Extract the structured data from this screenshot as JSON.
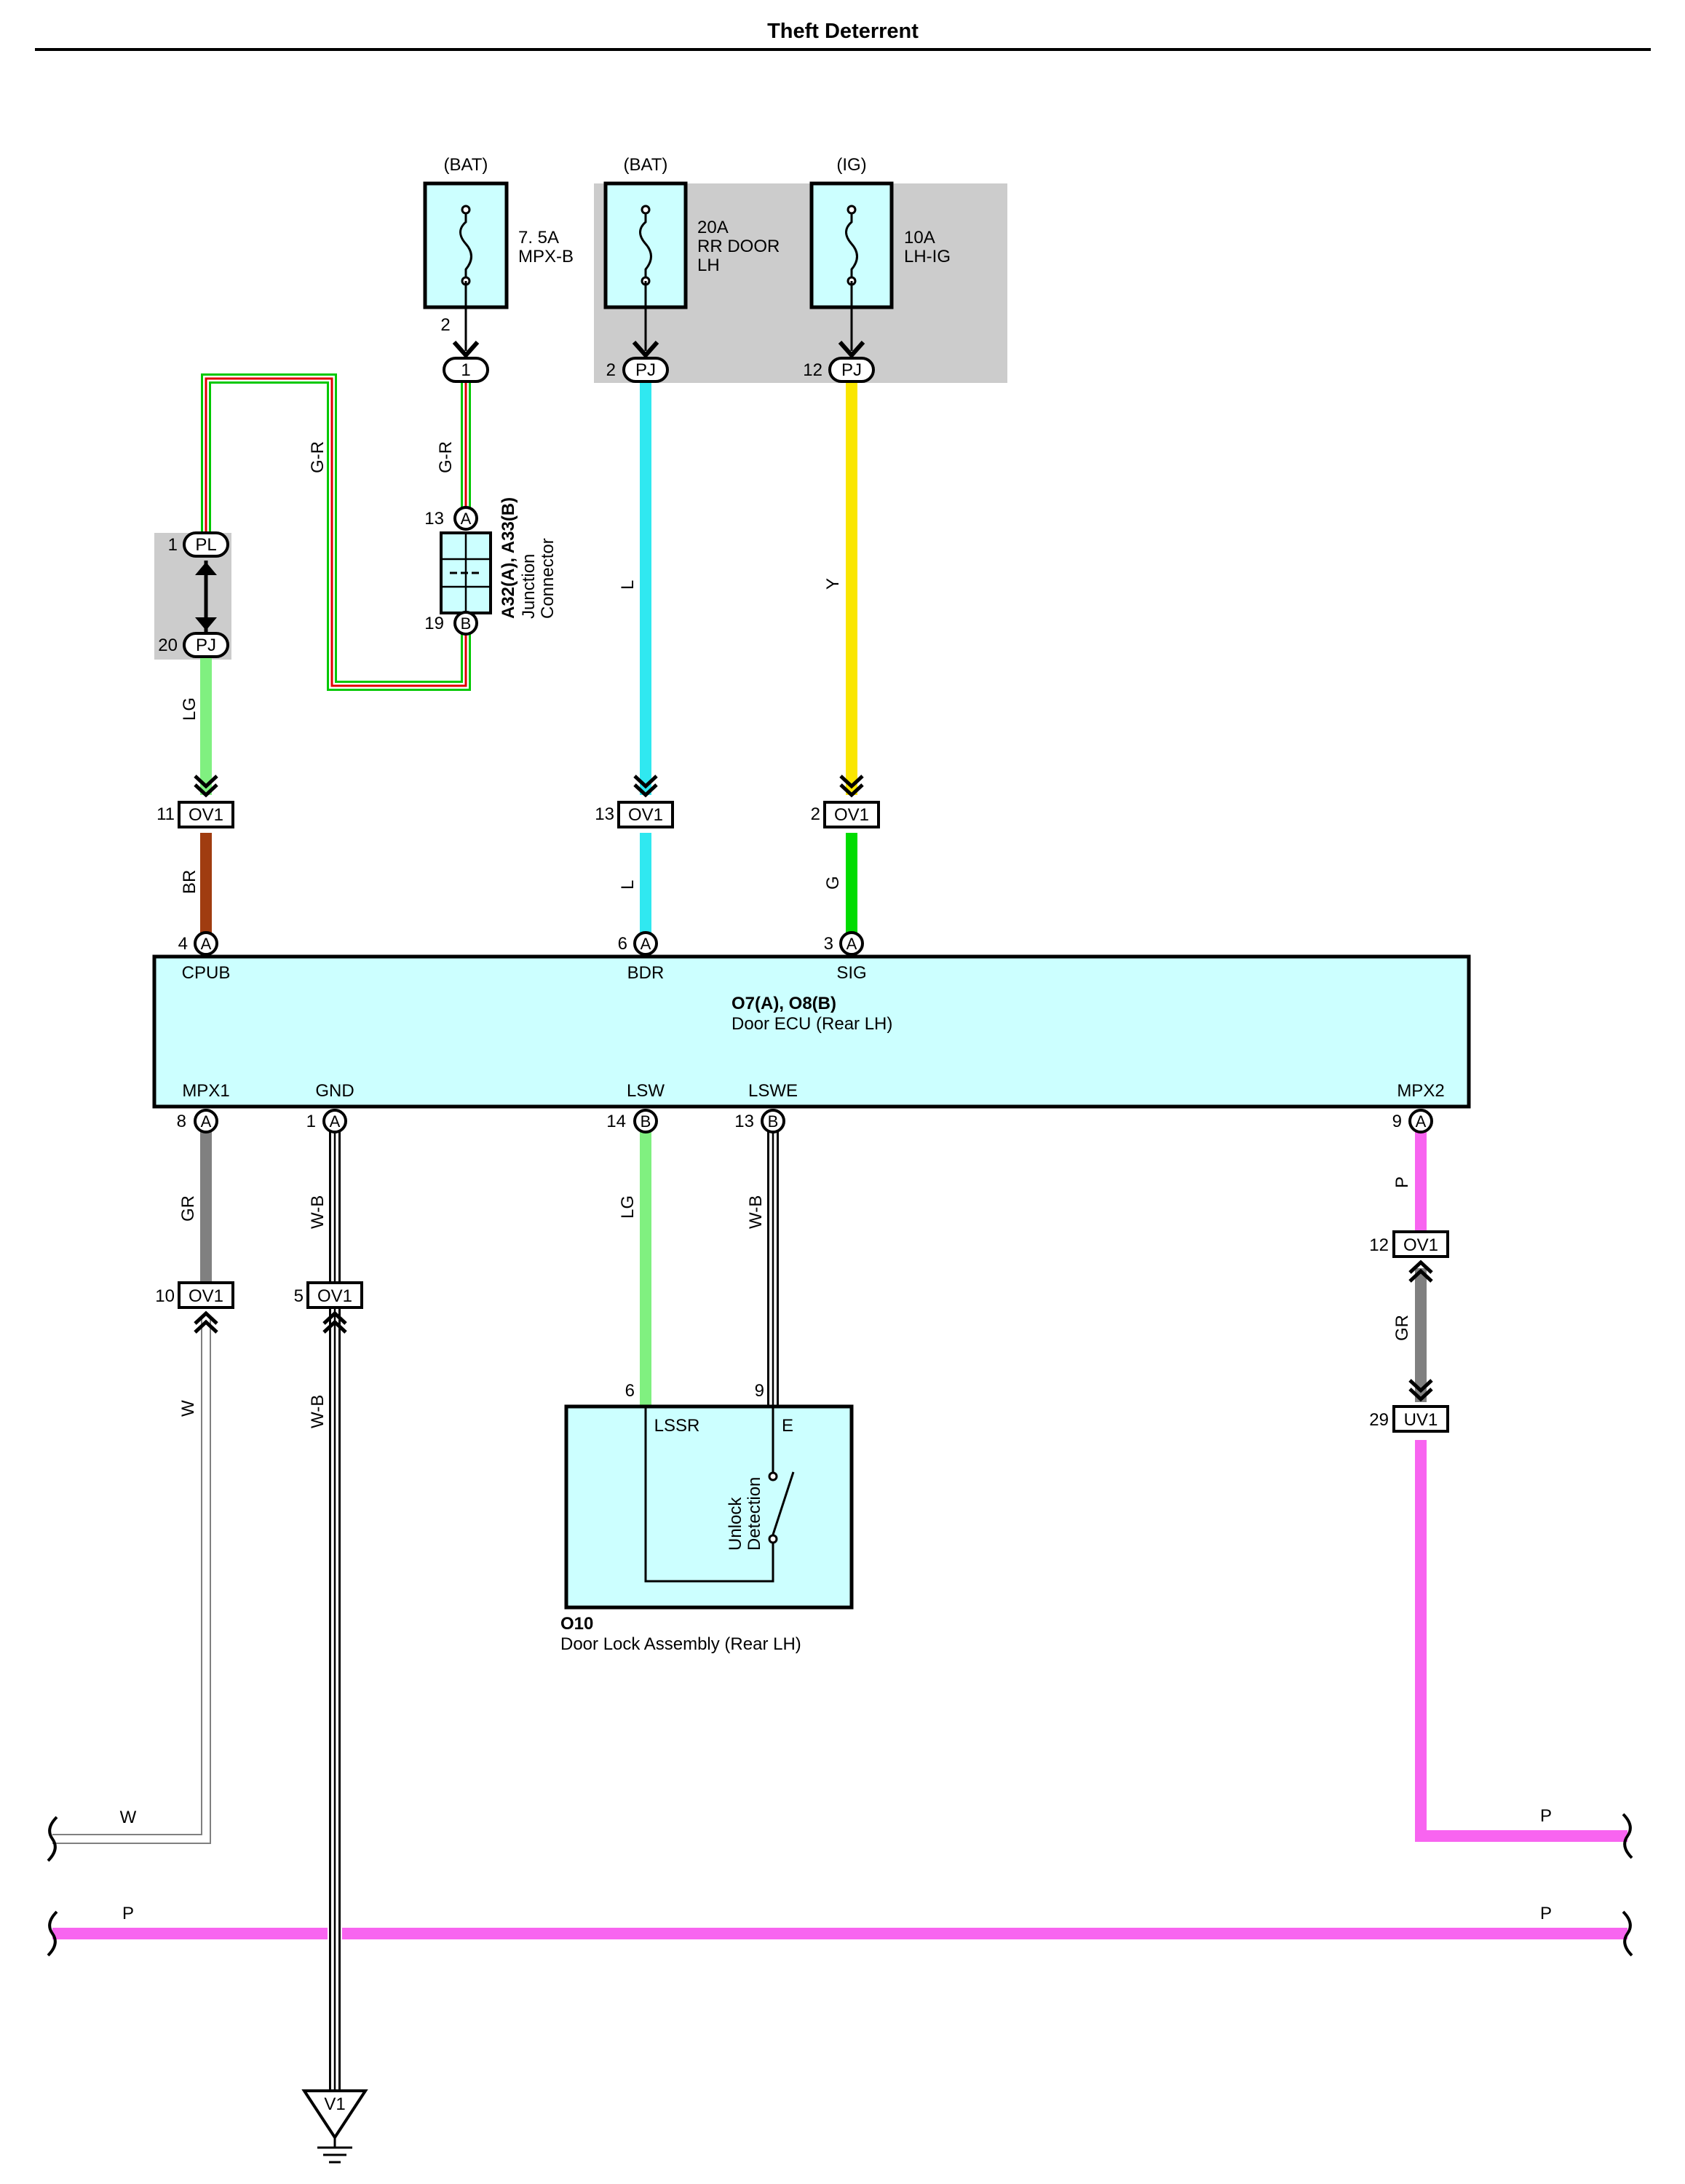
{
  "title": "Theft Deterrent",
  "fuses": [
    {
      "source": "(BAT)",
      "rating": "7. 5A",
      "name": "MPX-B",
      "name2": "",
      "pin": "2"
    },
    {
      "source": "(BAT)",
      "rating": "20A",
      "name": "RR DOOR",
      "name2": "LH",
      "pin": ""
    },
    {
      "source": "(IG)",
      "rating": "10A",
      "name": "LH-IG",
      "name2": "",
      "pin": ""
    }
  ],
  "junction_connector": {
    "code": "A32(A), A33(B)",
    "line1": "Junction",
    "line2": "Connector",
    "pin_in": "13",
    "pin_out": "19",
    "conn_in": "A",
    "conn_out": "B"
  },
  "connectors": {
    "c_1": {
      "pin": "",
      "label": "1"
    },
    "pj2": {
      "pin": "2",
      "label": "PJ"
    },
    "pj12": {
      "pin": "12",
      "label": "PJ"
    },
    "pl1": {
      "pin": "1",
      "label": "PL"
    },
    "pj20": {
      "pin": "20",
      "label": "PJ"
    },
    "ov1_11": {
      "pin": "11",
      "label": "OV1"
    },
    "ov1_13": {
      "pin": "13",
      "label": "OV1"
    },
    "ov1_2": {
      "pin": "2",
      "label": "OV1"
    },
    "ov1_10": {
      "pin": "10",
      "label": "OV1"
    },
    "ov1_5": {
      "pin": "5",
      "label": "OV1"
    },
    "ov1_12": {
      "pin": "12",
      "label": "OV1"
    },
    "uv1_29": {
      "pin": "29",
      "label": "UV1"
    }
  },
  "ecu": {
    "code": "O7(A), O8(B)",
    "name": "Door ECU (Rear LH)",
    "top_pins": [
      {
        "num": "4",
        "conn": "A",
        "name": "CPUB"
      },
      {
        "num": "6",
        "conn": "A",
        "name": "BDR"
      },
      {
        "num": "3",
        "conn": "A",
        "name": "SIG"
      }
    ],
    "bottom_pins": [
      {
        "num": "8",
        "conn": "A",
        "name": "MPX1"
      },
      {
        "num": "1",
        "conn": "A",
        "name": "GND"
      },
      {
        "num": "14",
        "conn": "B",
        "name": "LSW"
      },
      {
        "num": "13",
        "conn": "B",
        "name": "LSWE"
      },
      {
        "num": "9",
        "conn": "A",
        "name": "MPX2"
      }
    ]
  },
  "door_lock": {
    "code": "O10",
    "name": "Door Lock Assembly (Rear LH)",
    "pin_lssr": "6",
    "pin_e": "9",
    "lssr": "LSSR",
    "e": "E",
    "switch_line1": "Unlock",
    "switch_line2": "Detection"
  },
  "wires": [
    {
      "id": "gr_up",
      "color_code": "G-R",
      "hex": "#00c800",
      "stripe": "#e00000"
    },
    {
      "id": "gr_loop",
      "color_code": "G-R",
      "hex": "#00c800",
      "stripe": "#e00000"
    },
    {
      "id": "lg_top",
      "color_code": "LG",
      "hex": "#80f080"
    },
    {
      "id": "br",
      "color_code": "BR",
      "hex": "#a03c10"
    },
    {
      "id": "l_top",
      "color_code": "L",
      "hex": "#30e8f0"
    },
    {
      "id": "l_mid",
      "color_code": "L",
      "hex": "#30e8f0"
    },
    {
      "id": "y",
      "color_code": "Y",
      "hex": "#fae600"
    },
    {
      "id": "g",
      "color_code": "G",
      "hex": "#00dc00"
    },
    {
      "id": "gr_mpx1",
      "color_code": "GR",
      "hex": "#808080"
    },
    {
      "id": "w_mpx1",
      "color_code": "W",
      "hex": "#ffffff"
    },
    {
      "id": "wb_gnd",
      "color_code": "W-B",
      "hex": "#ffffff",
      "stripe": "#000000"
    },
    {
      "id": "wb_gnd2",
      "color_code": "W-B",
      "hex": "#ffffff",
      "stripe": "#000000"
    },
    {
      "id": "lg_lsw",
      "color_code": "LG",
      "hex": "#80f080"
    },
    {
      "id": "wb_lswe",
      "color_code": "W-B",
      "hex": "#ffffff",
      "stripe": "#000000"
    },
    {
      "id": "p_mpx2",
      "color_code": "P",
      "hex": "#f864f0"
    },
    {
      "id": "gr_mpx2",
      "color_code": "GR",
      "hex": "#808080"
    },
    {
      "id": "w_bottom",
      "color_code": "W",
      "hex": "#ffffff"
    },
    {
      "id": "p_right",
      "color_code": "P",
      "hex": "#f864f0"
    },
    {
      "id": "p_bus_left",
      "color_code": "P",
      "hex": "#f864f0"
    },
    {
      "id": "p_bus_right",
      "color_code": "P",
      "hex": "#f864f0"
    }
  ],
  "ground": {
    "label": "V1"
  },
  "colors": {
    "component_fill": "#ccffff",
    "shade": "#cccccc"
  }
}
